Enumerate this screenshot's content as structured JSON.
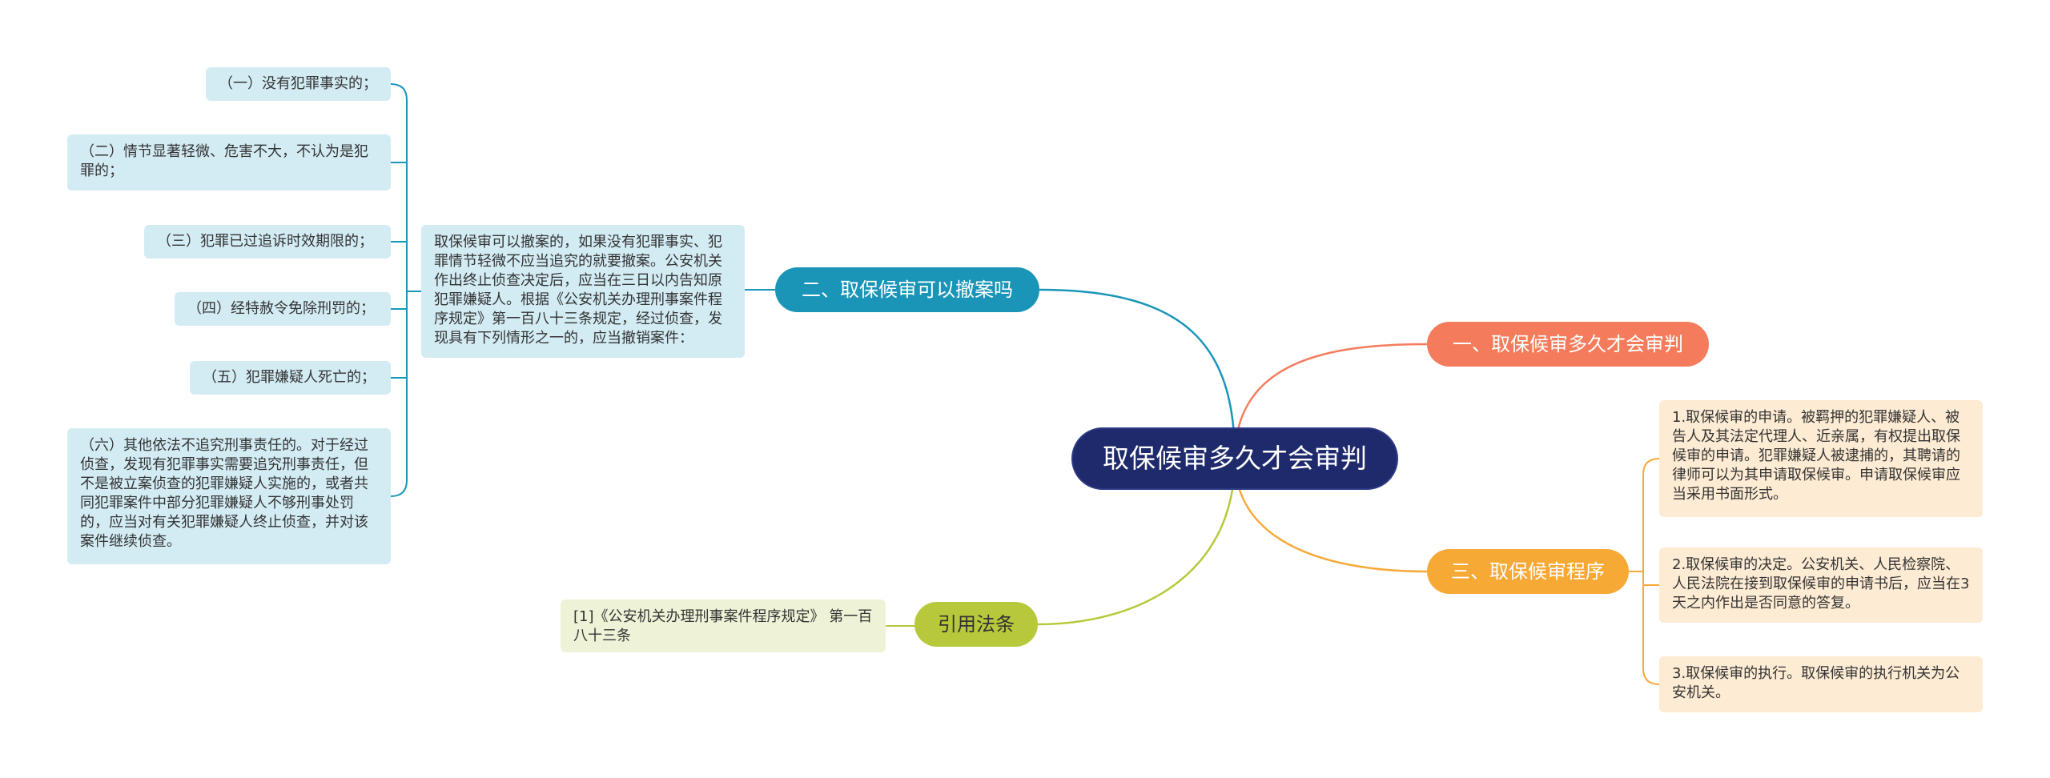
{
  "central": {
    "label": "取保候审多久才会审判"
  },
  "branches": {
    "b1": {
      "label": "一、取保候审多久才会审判"
    },
    "b2": {
      "label": "二、取保候审可以撤案吗"
    },
    "b3": {
      "label": "三、取保候审程序"
    },
    "b4": {
      "label": "引用法条"
    }
  },
  "b2_desc": "取保候审可以撤案的，如果没有犯罪事实、犯罪情节轻微不应当追究的就要撤案。公安机关作出终止侦查决定后，应当在三日以内告知原犯罪嫌疑人。根据《公安机关办理刑事案件程序规定》第一百八十三条规定，经过侦查，发现具有下列情形之一的，应当撤销案件：",
  "b2_items": [
    "（一）没有犯罪事实的；",
    "（二）情节显著轻微、危害不大，不认为是犯罪的；",
    "（三）犯罪已过追诉时效期限的；",
    "（四）经特赦令免除刑罚的；",
    "（五）犯罪嫌疑人死亡的；",
    "（六）其他依法不追究刑事责任的。对于经过侦查，发现有犯罪事实需要追究刑事责任，但不是被立案侦查的犯罪嫌疑人实施的，或者共同犯罪案件中部分犯罪嫌疑人不够刑事处罚的，应当对有关犯罪嫌疑人终止侦查，并对该案件继续侦查。"
  ],
  "b3_items": [
    "1.取保候审的申请。被羁押的犯罪嫌疑人、被告人及其法定代理人、近亲属，有权提出取保候审的申请。犯罪嫌疑人被逮捕的，其聘请的律师可以为其申请取保候审。申请取保候审应当采用书面形式。",
    "2.取保候审的决定。公安机关、人民检察院、人民法院在接到取保候审的申请书后，应当在3天之内作出是否同意的答复。",
    "3.取保候审的执行。取保候审的执行机关为公安机关。"
  ],
  "b4_items": [
    "[1]《公安机关办理刑事案件程序规定》 第一百八十三条"
  ],
  "colors": {
    "central": "#1e2a6b",
    "branch1": "#f47c5c",
    "branch2": "#1a95b8",
    "branch3": "#f7a936",
    "branch4": "#b7c93a"
  }
}
